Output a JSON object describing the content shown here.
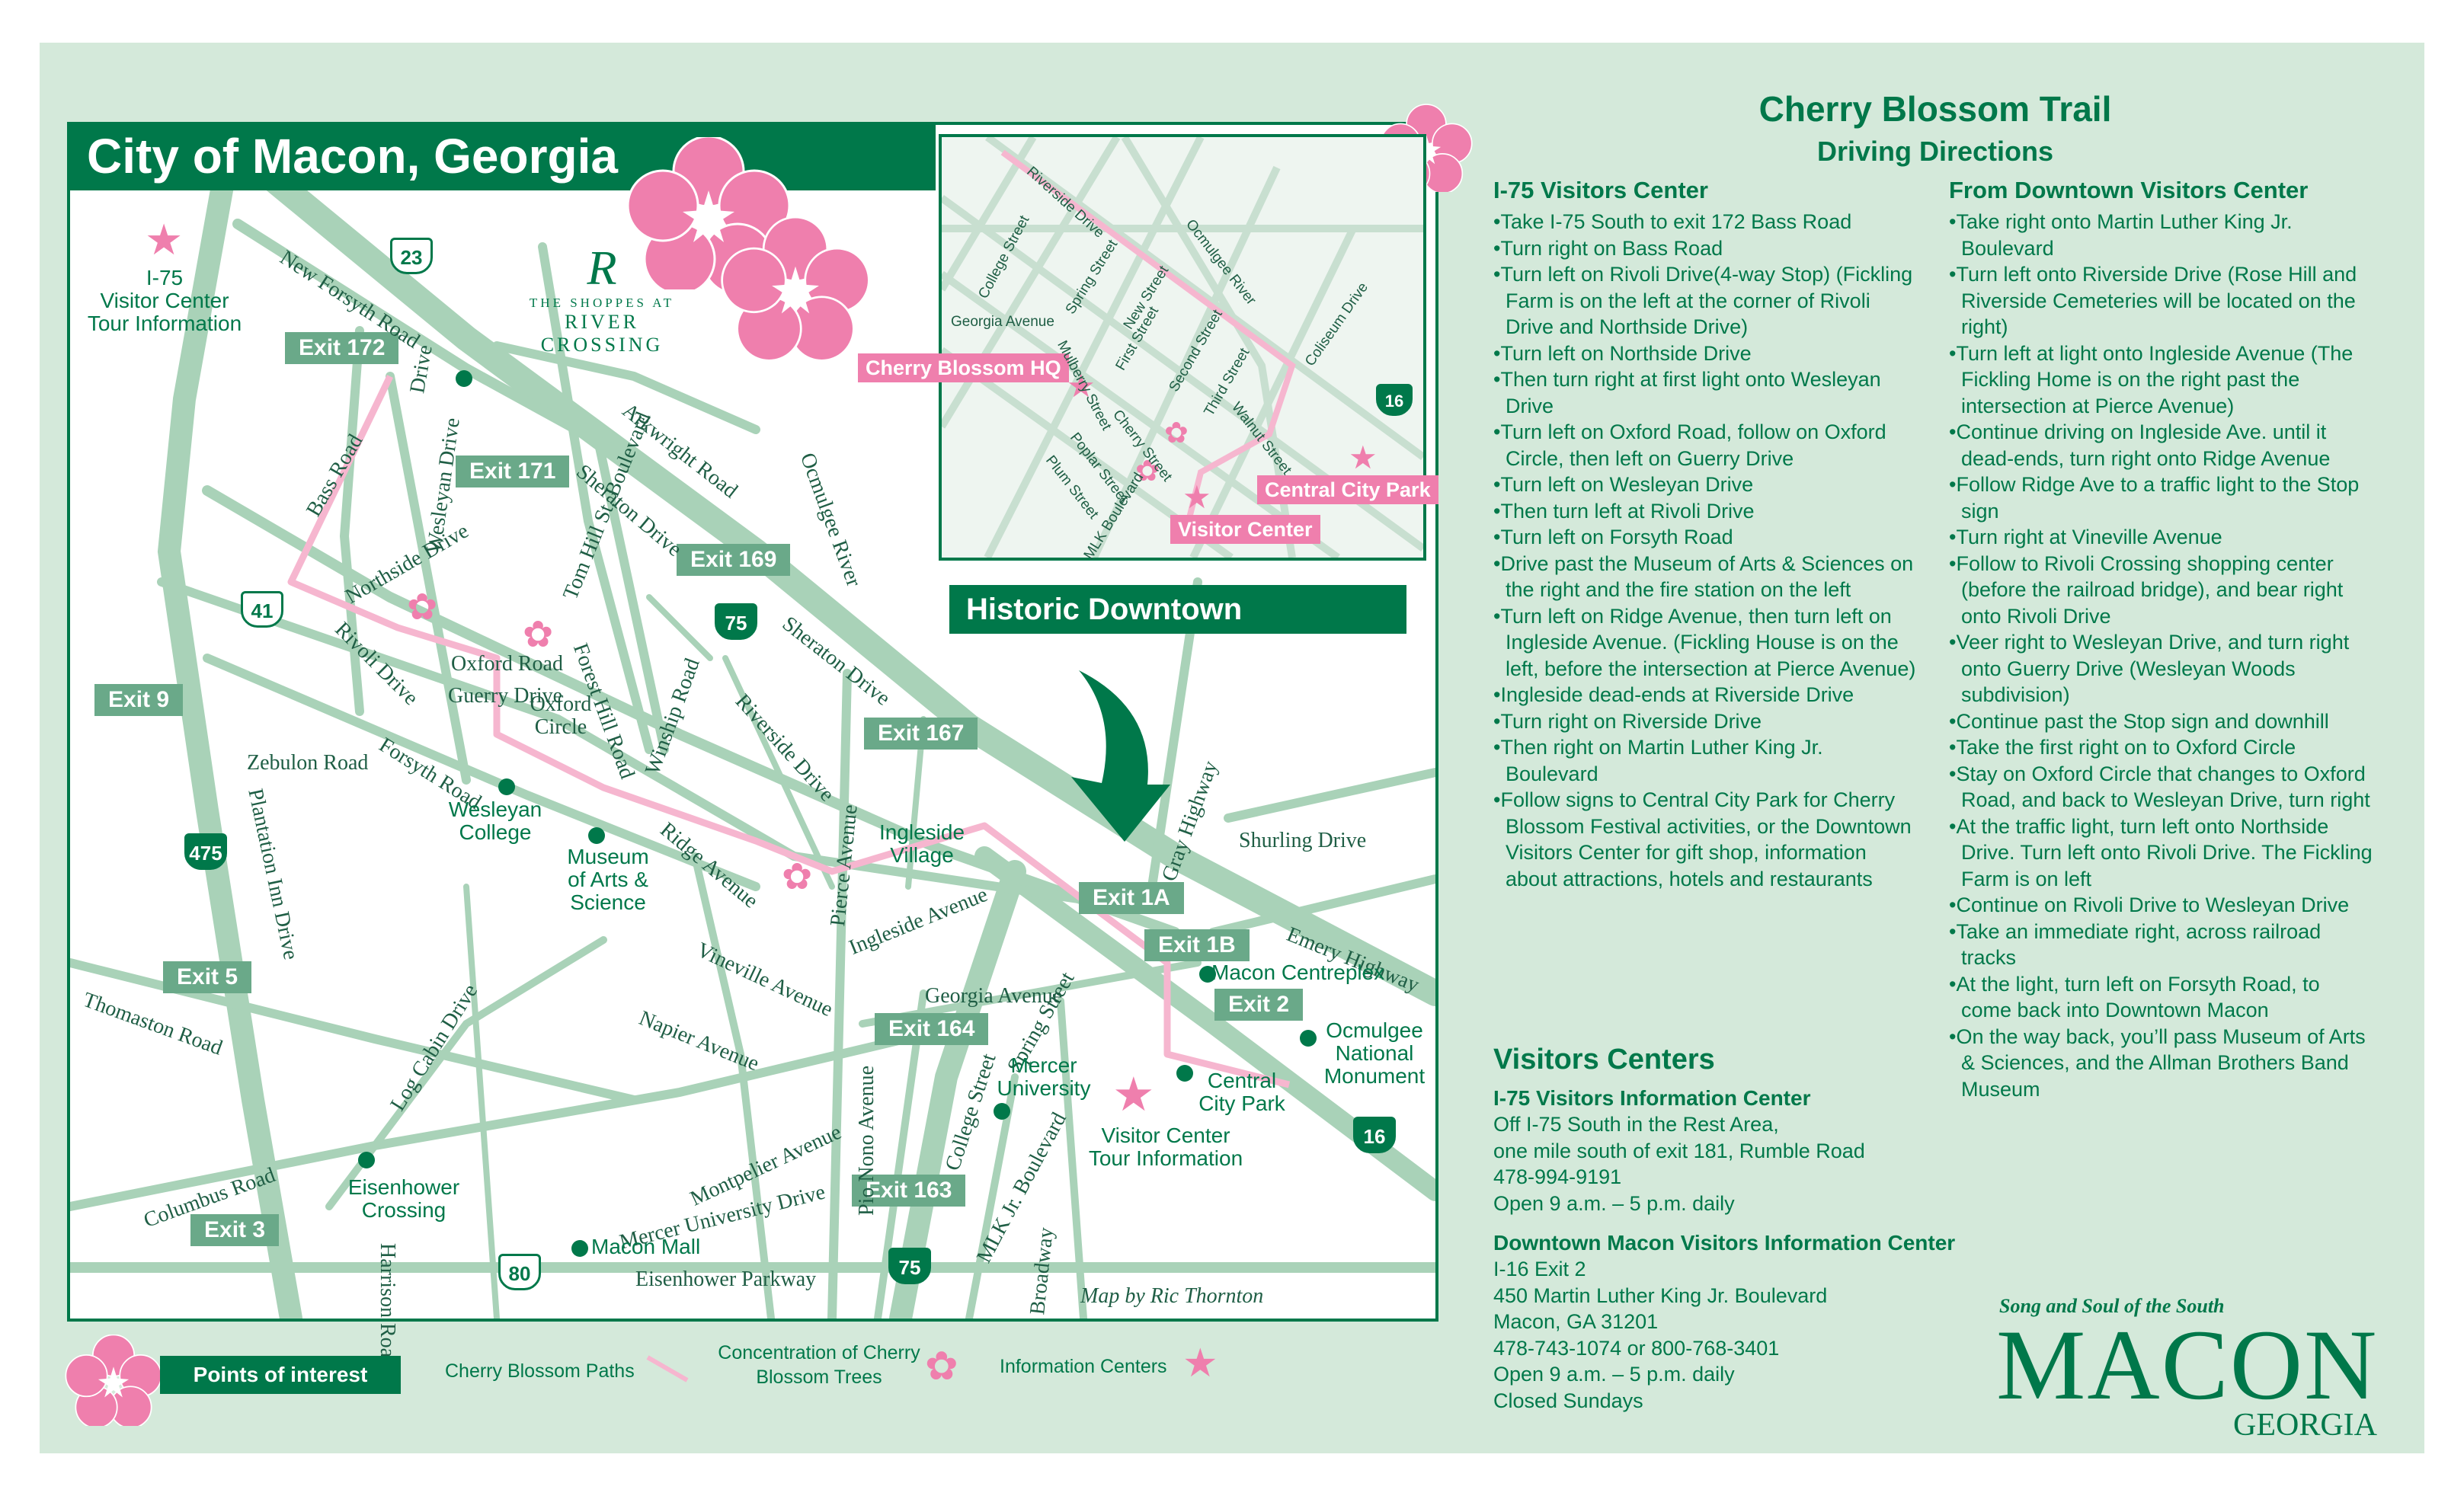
{
  "map": {
    "title": "City of Macon, Georgia",
    "inset_title": "Historic Downtown",
    "credit": "Map by Ric Thornton",
    "logo": {
      "tagline": "THE SHOPPES AT",
      "name": "RIVER CROSSING"
    },
    "exits": [
      "Exit 172",
      "Exit 171",
      "Exit 169",
      "Exit 167",
      "Exit 9",
      "Exit 5",
      "Exit 3",
      "Exit 164",
      "Exit 163",
      "Exit 1A",
      "Exit 1B",
      "Exit 2"
    ],
    "shields": [
      "23",
      "41",
      "75",
      "475",
      "80",
      "75",
      "16",
      "16"
    ],
    "roads": [
      "New Forsyth Road",
      "Bass Road",
      "Wesleyan Drive",
      "Drive",
      "Arkwright Road",
      "Sheraton Drive",
      "Ocmulgee River",
      "Northside Drive",
      "Tom Hill St. Boulevard",
      "Rivoli Drive",
      "Oxford Road",
      "Guerry Drive",
      "Forest Hill Road",
      "Winship Road",
      "Riverside Drive",
      "Sheraton Drive",
      "Zebulon Road",
      "Forsyth Road",
      "Plantation Inn Drive",
      "Ridge Avenue",
      "Pierce Avenue",
      "Gray Highway",
      "Shurling Drive",
      "Ingleside Avenue",
      "Vineville Avenue",
      "Emery Highway",
      "Georgia Avenue",
      "Spring Street",
      "Thomaston Road",
      "Log Cabin Drive",
      "Napier Avenue",
      "Pio Nono Avenue",
      "College Street",
      "Montpelier Avenue",
      "MLK Jr. Boulevard",
      "Columbus Road",
      "Mercer University Drive",
      "Harrison Road",
      "Broadway",
      "Eisenhower Parkway"
    ],
    "pois": {
      "i75_center": "I-75\nVisitor Center\nTour Information",
      "wesleyan": "Wesleyan\nCollege",
      "museum": "Museum\nof Arts &\nScience",
      "ingleside": "Ingleside\nVillage",
      "oxford_circle": "Oxford\nCircle",
      "mercer": "Mercer\nUniversity",
      "visitor": "Visitor Center\nTour Information",
      "central_park": "Central\nCity Park",
      "centreplex": "Macon Centreplex",
      "ocmulgee": "Ocmulgee\nNational\nMonument",
      "eisenhower": "Eisenhower\nCrossing",
      "macon_mall": "Macon Mall"
    },
    "inset": {
      "labels": [
        "Cherry Blossom HQ",
        "Central City Park",
        "Visitor Center"
      ],
      "roads": [
        "Riverside Drive",
        "College Street",
        "Spring Street",
        "New Street",
        "Ocmulgee River",
        "Georgia Avenue",
        "Mulberry Street",
        "First Street",
        "Second Street",
        "Third Street",
        "Walnut Street",
        "Coliseum Drive",
        "Cherry Street",
        "Poplar Street",
        "Plum Street",
        "MLK Boulevard"
      ],
      "shield": "16"
    }
  },
  "legend": {
    "points": "Points of interest",
    "paths": "Cherry Blossom Paths",
    "concentration": "Concentration of Cherry\nBlossom Trees",
    "info": "Information Centers"
  },
  "directions": {
    "title": "Cherry Blossom Trail",
    "subtitle": "Driving Directions",
    "col1": {
      "heading": "I-75 Visitors Center",
      "steps": [
        "Take I-75 South to exit 172 Bass Road",
        "Turn right on Bass Road",
        "Turn left on Rivoli Drive(4-way Stop) (Fickling Farm is on the left at the corner of Rivoli Drive and Northside Drive)",
        "Turn left on Northside Drive",
        "Then turn right at first light onto Wesleyan Drive",
        "Turn left on Oxford Road, follow on Oxford Circle, then left on Guerry Drive",
        "Turn left on Wesleyan Drive",
        "Then turn left at Rivoli Drive",
        "Turn left on Forsyth Road",
        "Drive past the Museum of Arts & Sciences on the right and the fire station on the left",
        "Turn left on Ridge Avenue, then turn left on Ingleside Avenue. (Fickling House is on the left, before the intersection at Pierce Avenue)",
        "Ingleside dead-ends at Riverside Drive",
        "Turn right on Riverside Drive",
        "Then right on Martin Luther King Jr. Boulevard",
        "Follow signs to Central City Park for Cherry Blossom Festival activities, or the Downtown Visitors Center for gift shop, information about attractions, hotels and restaurants"
      ]
    },
    "col2": {
      "heading": "From Downtown Visitors Center",
      "steps": [
        "Take right onto Martin Luther King Jr. Boulevard",
        "Turn left onto Riverside Drive (Rose Hill and Riverside Cemeteries will be located on the right)",
        "Turn left at light onto Ingleside Avenue (The Fickling Home is on the right past the intersection at Pierce Avenue)",
        "Continue driving on Ingleside Ave. until it dead-ends, turn right onto Ridge Avenue",
        "Follow Ridge Ave to a traffic light to the Stop sign",
        "Turn right at Vineville Avenue",
        "Follow to Rivoli Crossing shopping center (before the railroad bridge), and bear right onto Rivoli Drive",
        "Veer right to Wesleyan Drive, and turn right onto Guerry Drive (Wesleyan Woods subdivision)",
        "Continue past the Stop sign and downhill",
        "Take the first right on to Oxford Circle",
        "Stay on Oxford Circle that changes to Oxford Road, and back to Wesleyan Drive, turn right",
        "At the traffic light, turn left onto Northside Drive. Turn left onto Rivoli Drive. The Fickling Farm is on left",
        "Continue on Rivoli Drive to Wesleyan Drive",
        "Take an immediate right, across railroad tracks",
        "At the light, turn left on Forsyth Road, to come back into Downtown Macon",
        "On the way back, you’ll pass Museum of Arts & Sciences, and the Allman Brothers Band Museum"
      ]
    }
  },
  "visitors": {
    "heading": "Visitors Centers",
    "i75": {
      "name": "I-75 Visitors Information Center",
      "lines": [
        "Off I-75 South in the Rest Area,",
        "one mile south of exit 181, Rumble Road",
        "478-994-9191",
        "Open 9 a.m. – 5 p.m. daily"
      ]
    },
    "downtown": {
      "name": "Downtown Macon Visitors Information Center",
      "lines": [
        "I-16 Exit 2",
        "450 Martin Luther King Jr. Boulevard",
        "Macon, GA 31201",
        "478-743-1074 or 800-768-3401",
        "Open 9 a.m. – 5 p.m. daily",
        "Closed Sundays"
      ]
    }
  },
  "brand": {
    "tagline": "Song and Soul of the South",
    "name": "MACON",
    "state": "GEORGIA"
  },
  "colors": {
    "green": "#00784a",
    "pink": "#ef7fad",
    "road": "#9ec9af",
    "background": "#d4e9da"
  }
}
